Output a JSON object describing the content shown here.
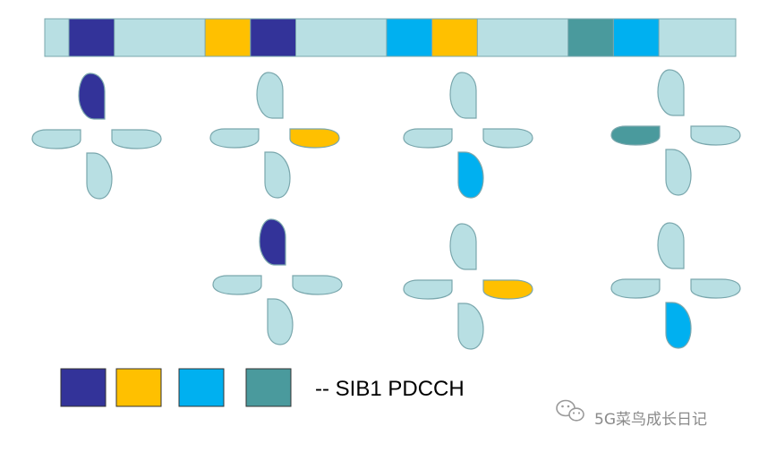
{
  "colors": {
    "background": "#ffffff",
    "strip_base": "#b8dfe3",
    "lobe_default": "#b8dfe3",
    "outline": "#7aa7ad",
    "navy": "#333399",
    "amber": "#ffc000",
    "sky": "#00b0f0",
    "teal": "#4a9a9d"
  },
  "timeline": {
    "blocks": [
      {
        "slot": 1,
        "color": "navy"
      },
      {
        "slot": 4,
        "color": "amber"
      },
      {
        "slot": 5,
        "color": "navy"
      },
      {
        "slot": 8,
        "color": "sky"
      },
      {
        "slot": 9,
        "color": "amber"
      },
      {
        "slot": 12,
        "color": "teal"
      },
      {
        "slot": 13,
        "color": "sky"
      }
    ]
  },
  "beam_groups": [
    {
      "active_lobe": "top",
      "color": "navy"
    },
    {
      "active_lobe": "right",
      "color": "amber"
    },
    {
      "active_lobe": "bottom",
      "color": "sky"
    },
    {
      "active_lobe": "left",
      "color": "teal"
    },
    {
      "active_lobe": "top",
      "color": "navy"
    },
    {
      "active_lobe": "right",
      "color": "amber"
    },
    {
      "active_lobe": "bottom",
      "color": "sky"
    }
  ],
  "legend": {
    "swatches": [
      "navy",
      "amber",
      "sky",
      "teal"
    ],
    "label": "-- SIB1 PDCCH"
  },
  "watermark": {
    "icon": "wechat-icon",
    "text": "5G菜鸟成长日记"
  }
}
